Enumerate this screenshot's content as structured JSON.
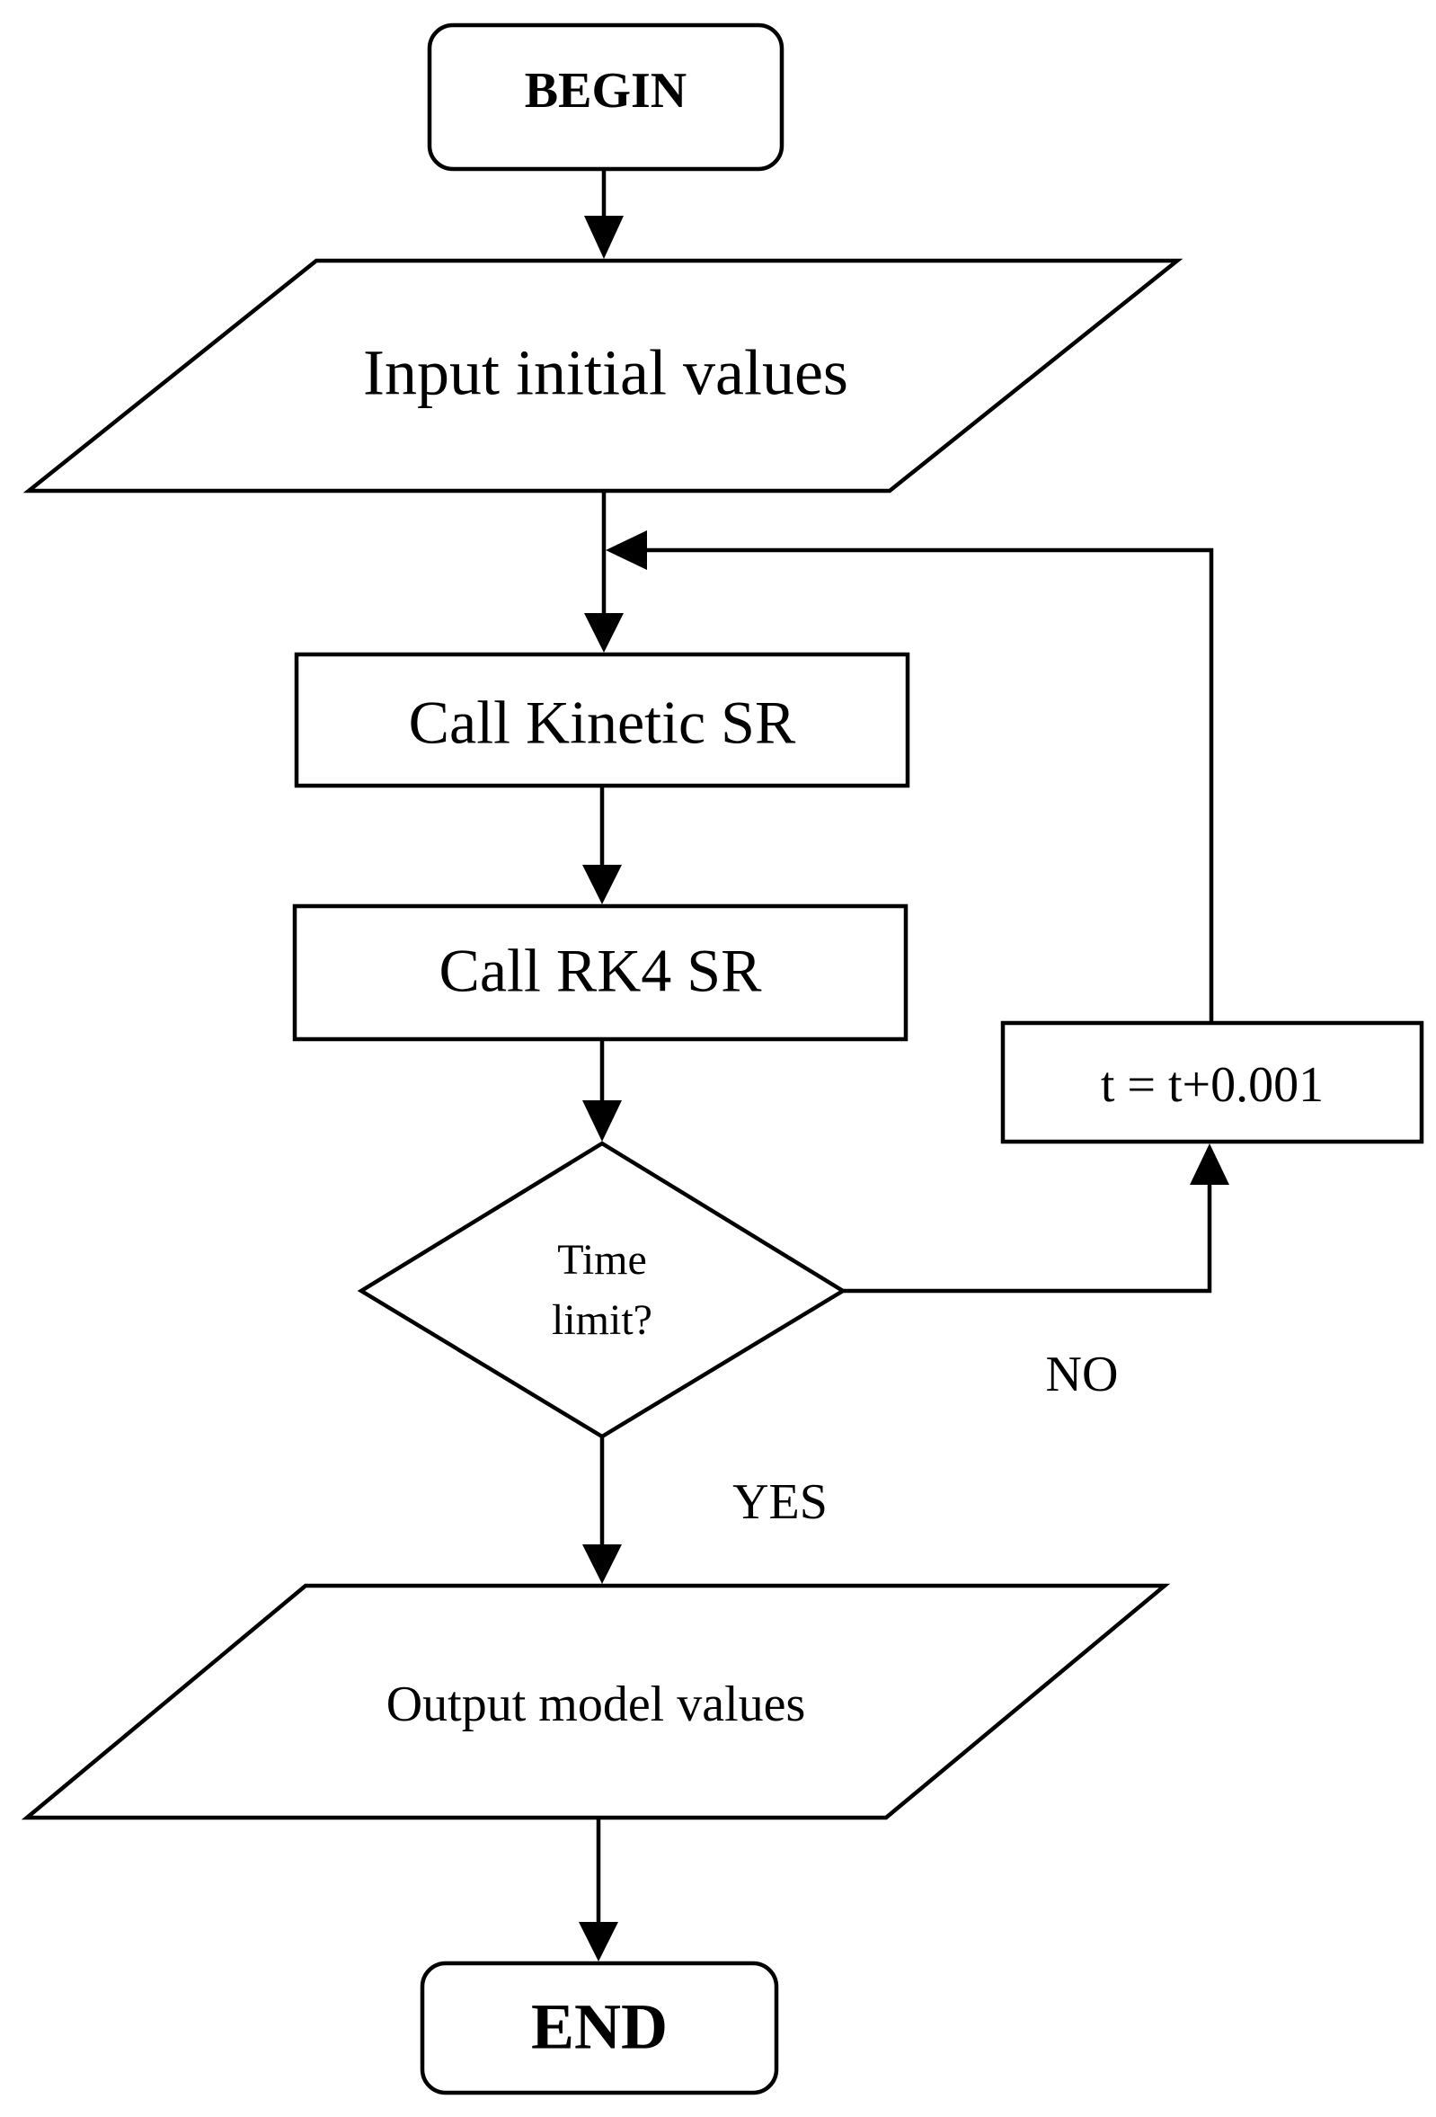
{
  "diagram": {
    "type": "flowchart",
    "nodes": {
      "begin": "BEGIN",
      "input": "Input initial values",
      "kinetic": "Call Kinetic SR",
      "rk4": "Call RK4 SR",
      "decision_line1": "Time",
      "decision_line2": "limit?",
      "increment": "t = t+0.001",
      "output": "Output model values",
      "end": "END"
    },
    "edge_labels": {
      "no": "NO",
      "yes": "YES"
    },
    "colors": {
      "stroke": "#000000",
      "background": "#ffffff"
    }
  }
}
